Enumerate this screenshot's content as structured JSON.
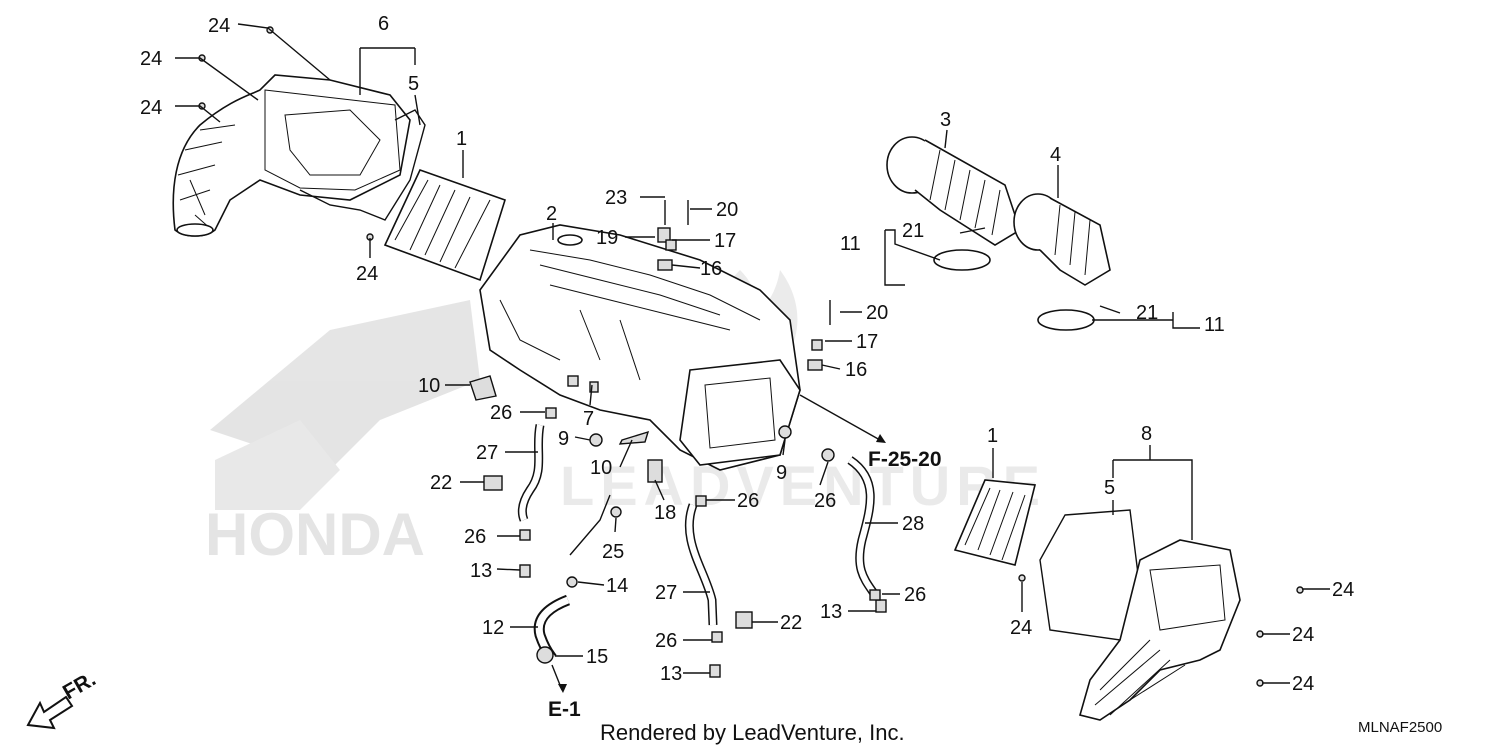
{
  "diagram": {
    "callouts": {
      "c24_a": "24",
      "c24_b": "24",
      "c24_c": "24",
      "c24_d": "24",
      "c6": "6",
      "c5_a": "5",
      "c1_a": "1",
      "c2": "2",
      "c23": "23",
      "c20_a": "20",
      "c19": "19",
      "c17_a": "17",
      "c16_a": "16",
      "c3": "3",
      "c4": "4",
      "c21_a": "21",
      "c11_a": "11",
      "c20_b": "20",
      "c17_b": "17",
      "c16_b": "16",
      "c21_b": "21",
      "c11_b": "11",
      "c10_a": "10",
      "c26_a": "26",
      "c7": "7",
      "c9_a": "9",
      "c9_b": "9",
      "c27_a": "27",
      "c10_b": "10",
      "c22_a": "22",
      "c18": "18",
      "c26_b": "26",
      "c25": "25",
      "c26_c": "26",
      "c13_a": "13",
      "c14": "14",
      "c12": "12",
      "c15": "15",
      "c27_b": "27",
      "c26_d": "26",
      "c13_b": "13",
      "c22_b": "22",
      "c28": "28",
      "c26_e": "26",
      "c13_c": "13",
      "c26_f": "26",
      "c1_b": "1",
      "c8": "8",
      "c5_b": "5",
      "c24_e": "24",
      "c24_f": "24",
      "c24_g": "24",
      "c24_h": "24"
    },
    "refs": {
      "f2520": "F-25-20",
      "e1": "E-1",
      "front": "FR."
    }
  },
  "footer": {
    "credit": "Rendered by LeadVenture, Inc.",
    "diagram_code": "MLNAF2500"
  },
  "watermark": {
    "left_brand": "HONDA",
    "center_brand": "LEADVENTURE"
  }
}
